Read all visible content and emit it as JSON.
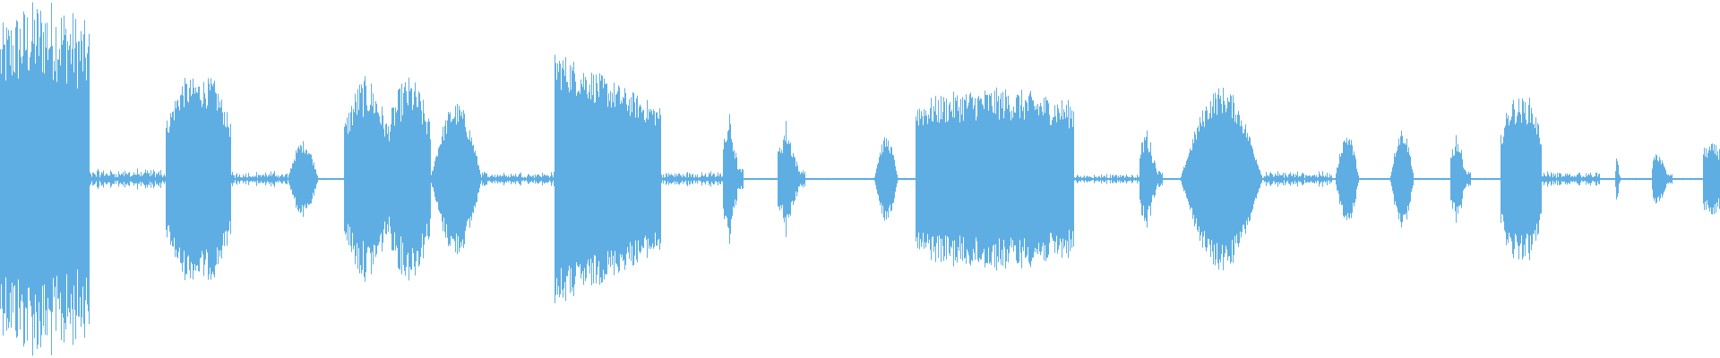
{
  "waveform": {
    "color": "#5faee3",
    "background": "#ffffff",
    "segments": [
      {
        "start": 0.0,
        "end": 0.052,
        "amp": 0.78,
        "shape": "flat",
        "jitter": 0.3
      },
      {
        "start": 0.052,
        "end": 0.096,
        "amp": 0.04,
        "shape": "noise",
        "jitter": 0.6
      },
      {
        "start": 0.096,
        "end": 0.134,
        "amp": 0.48,
        "shape": "rise",
        "jitter": 0.18
      },
      {
        "start": 0.134,
        "end": 0.167,
        "amp": 0.03,
        "shape": "noise",
        "jitter": 0.6
      },
      {
        "start": 0.167,
        "end": 0.185,
        "amp": 0.18,
        "shape": "bump",
        "jitter": 0.2
      },
      {
        "start": 0.2,
        "end": 0.25,
        "amp": 0.46,
        "shape": "double",
        "jitter": 0.25
      },
      {
        "start": 0.25,
        "end": 0.28,
        "amp": 0.36,
        "shape": "bump",
        "jitter": 0.2
      },
      {
        "start": 0.28,
        "end": 0.322,
        "amp": 0.03,
        "shape": "noise",
        "jitter": 0.6
      },
      {
        "start": 0.322,
        "end": 0.384,
        "amp": 0.62,
        "shape": "decay",
        "jitter": 0.18
      },
      {
        "start": 0.384,
        "end": 0.42,
        "amp": 0.03,
        "shape": "noise",
        "jitter": 0.6
      },
      {
        "start": 0.42,
        "end": 0.432,
        "amp": 0.3,
        "shape": "spike",
        "jitter": 0.3
      },
      {
        "start": 0.452,
        "end": 0.468,
        "amp": 0.26,
        "shape": "spike",
        "jitter": 0.3
      },
      {
        "start": 0.508,
        "end": 0.522,
        "amp": 0.2,
        "shape": "bump",
        "jitter": 0.2
      },
      {
        "start": 0.532,
        "end": 0.624,
        "amp": 0.42,
        "shape": "flat",
        "jitter": 0.22
      },
      {
        "start": 0.624,
        "end": 0.662,
        "amp": 0.02,
        "shape": "noise",
        "jitter": 0.6
      },
      {
        "start": 0.662,
        "end": 0.676,
        "amp": 0.24,
        "shape": "spike",
        "jitter": 0.3
      },
      {
        "start": 0.686,
        "end": 0.734,
        "amp": 0.44,
        "shape": "bump",
        "jitter": 0.18
      },
      {
        "start": 0.734,
        "end": 0.774,
        "amp": 0.03,
        "shape": "noise",
        "jitter": 0.6
      },
      {
        "start": 0.776,
        "end": 0.79,
        "amp": 0.22,
        "shape": "bump",
        "jitter": 0.2
      },
      {
        "start": 0.808,
        "end": 0.822,
        "amp": 0.24,
        "shape": "bump",
        "jitter": 0.2
      },
      {
        "start": 0.843,
        "end": 0.855,
        "amp": 0.22,
        "shape": "spike",
        "jitter": 0.3
      },
      {
        "start": 0.872,
        "end": 0.896,
        "amp": 0.38,
        "shape": "rise",
        "jitter": 0.2
      },
      {
        "start": 0.896,
        "end": 0.93,
        "amp": 0.03,
        "shape": "noise",
        "jitter": 0.6
      },
      {
        "start": 0.939,
        "end": 0.942,
        "amp": 0.12,
        "shape": "spike",
        "jitter": 0.3
      },
      {
        "start": 0.96,
        "end": 0.972,
        "amp": 0.14,
        "shape": "spike",
        "jitter": 0.3
      },
      {
        "start": 0.99,
        "end": 1.0,
        "amp": 0.16,
        "shape": "flat",
        "jitter": 0.25
      }
    ]
  }
}
